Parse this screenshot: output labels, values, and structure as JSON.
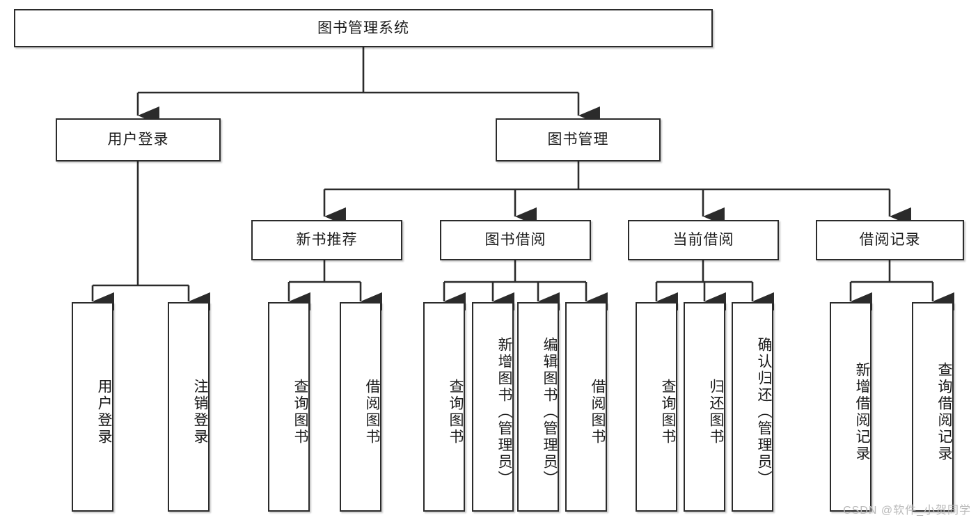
{
  "diagram": {
    "title": "图书管理系统",
    "type": "tree",
    "watermark": "CSDN @软件_小贺同学",
    "colors": {
      "box_border": "#2b2b2b",
      "box_fill": "#ffffff",
      "connector": "#2b2b2b",
      "watermark": "#b9b9b9",
      "background": "#ffffff"
    },
    "nodes": {
      "root": {
        "label": "图书管理系统",
        "orientation": "horizontal"
      },
      "level2": [
        {
          "id": "user-login",
          "label": "用户登录",
          "orientation": "horizontal"
        },
        {
          "id": "book-manage",
          "label": "图书管理",
          "orientation": "horizontal"
        }
      ],
      "level3": [
        {
          "id": "new-book-rec",
          "label": "新书推荐",
          "orientation": "horizontal"
        },
        {
          "id": "book-borrow",
          "label": "图书借阅",
          "orientation": "horizontal"
        },
        {
          "id": "current-borrow",
          "label": "当前借阅",
          "orientation": "horizontal"
        },
        {
          "id": "borrow-record",
          "label": "借阅记录",
          "orientation": "horizontal"
        }
      ],
      "leaves": [
        {
          "id": "leaf-user-login",
          "label": "用户登录",
          "parent": "user-login",
          "orientation": "vertical"
        },
        {
          "id": "leaf-user-logout",
          "label": "注销登录",
          "parent": "user-login",
          "orientation": "vertical"
        },
        {
          "id": "leaf-query-book-1",
          "label": "查询图书",
          "parent": "new-book-rec",
          "orientation": "vertical"
        },
        {
          "id": "leaf-borrow-book-1",
          "label": "借阅图书",
          "parent": "new-book-rec",
          "orientation": "vertical"
        },
        {
          "id": "leaf-query-book-2",
          "label": "查询图书",
          "parent": "book-borrow",
          "orientation": "vertical"
        },
        {
          "id": "leaf-add-book",
          "label": "新增图书（管理员）",
          "parent": "book-borrow",
          "orientation": "vertical"
        },
        {
          "id": "leaf-edit-book",
          "label": "编辑图书（管理员）",
          "parent": "book-borrow",
          "orientation": "vertical"
        },
        {
          "id": "leaf-borrow-book-2",
          "label": "借阅图书",
          "parent": "book-borrow",
          "orientation": "vertical"
        },
        {
          "id": "leaf-query-book-3",
          "label": "查询图书",
          "parent": "current-borrow",
          "orientation": "vertical"
        },
        {
          "id": "leaf-return-book",
          "label": "归还图书",
          "parent": "current-borrow",
          "orientation": "vertical"
        },
        {
          "id": "leaf-confirm-return",
          "label": "确认归还（管理员）",
          "parent": "current-borrow",
          "orientation": "vertical"
        },
        {
          "id": "leaf-add-record",
          "label": "新增借阅记录",
          "parent": "borrow-record",
          "orientation": "vertical"
        },
        {
          "id": "leaf-query-record",
          "label": "查询借阅记录",
          "parent": "borrow-record",
          "orientation": "vertical"
        }
      ]
    }
  }
}
